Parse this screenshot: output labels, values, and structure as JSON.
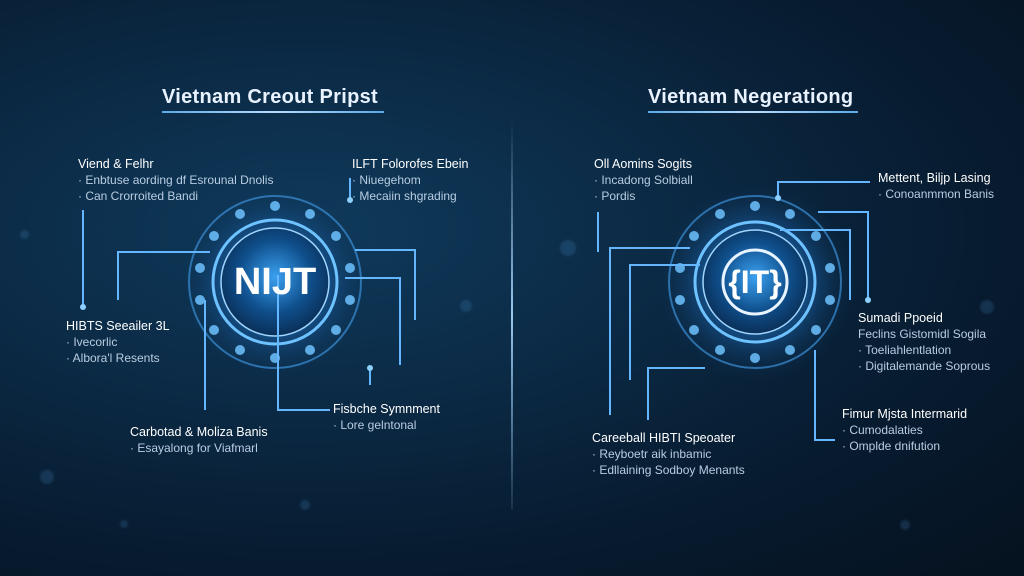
{
  "left": {
    "title": "Vietnam Creout Pripst",
    "emblem": "NIJT",
    "labels": [
      {
        "heading": "Viend & Felhr",
        "lines": [
          "· Enbtuse aording df Esrounal Dnolis",
          "· Can Crorroited Bandi"
        ]
      },
      {
        "heading": "ILFT Folorofes Ebein",
        "lines": [
          "· Niuegehom",
          "· Mecaiin shgrading"
        ]
      },
      {
        "heading": "HIBTS Seeailer 3L",
        "lines": [
          "· Ivecorlic",
          "· Albora'l Resents"
        ]
      },
      {
        "heading": "Fisbche Symnment",
        "lines": [
          "· Lore gelntonal"
        ]
      },
      {
        "heading": "Carbotad & Moliza Banis",
        "lines": [
          "· Esayalong for Viafmarl"
        ]
      }
    ]
  },
  "right": {
    "title": "Vietnam Negerationg",
    "emblem": "{IT}",
    "labels": [
      {
        "heading": "Oll Aomins Sogits",
        "lines": [
          "· Incadong Solbiall",
          "· Pordis"
        ]
      },
      {
        "heading": "Mettent, Biljp Lasing",
        "lines": [
          "· Conoanmmon Banis"
        ]
      },
      {
        "heading": "Sumadi Ppoeid",
        "lines": [
          "Feclins Gistomidl Sogila",
          "· Toeliahlentlation",
          "· Digitalemande Soprous"
        ]
      },
      {
        "heading": "Fimur Mjsta Intermarid",
        "lines": [
          "· Cumodalaties",
          "· Omplde dnifution"
        ]
      },
      {
        "heading": "Careeball HIBTI Speoater",
        "lines": [
          "· Reyboetr aik inbamic",
          "· Edllaining Sodboy Menants"
        ]
      }
    ]
  },
  "colors": {
    "accent": "#4fb3ff",
    "wire": "#63b6ff",
    "background": "#0b2a45"
  }
}
